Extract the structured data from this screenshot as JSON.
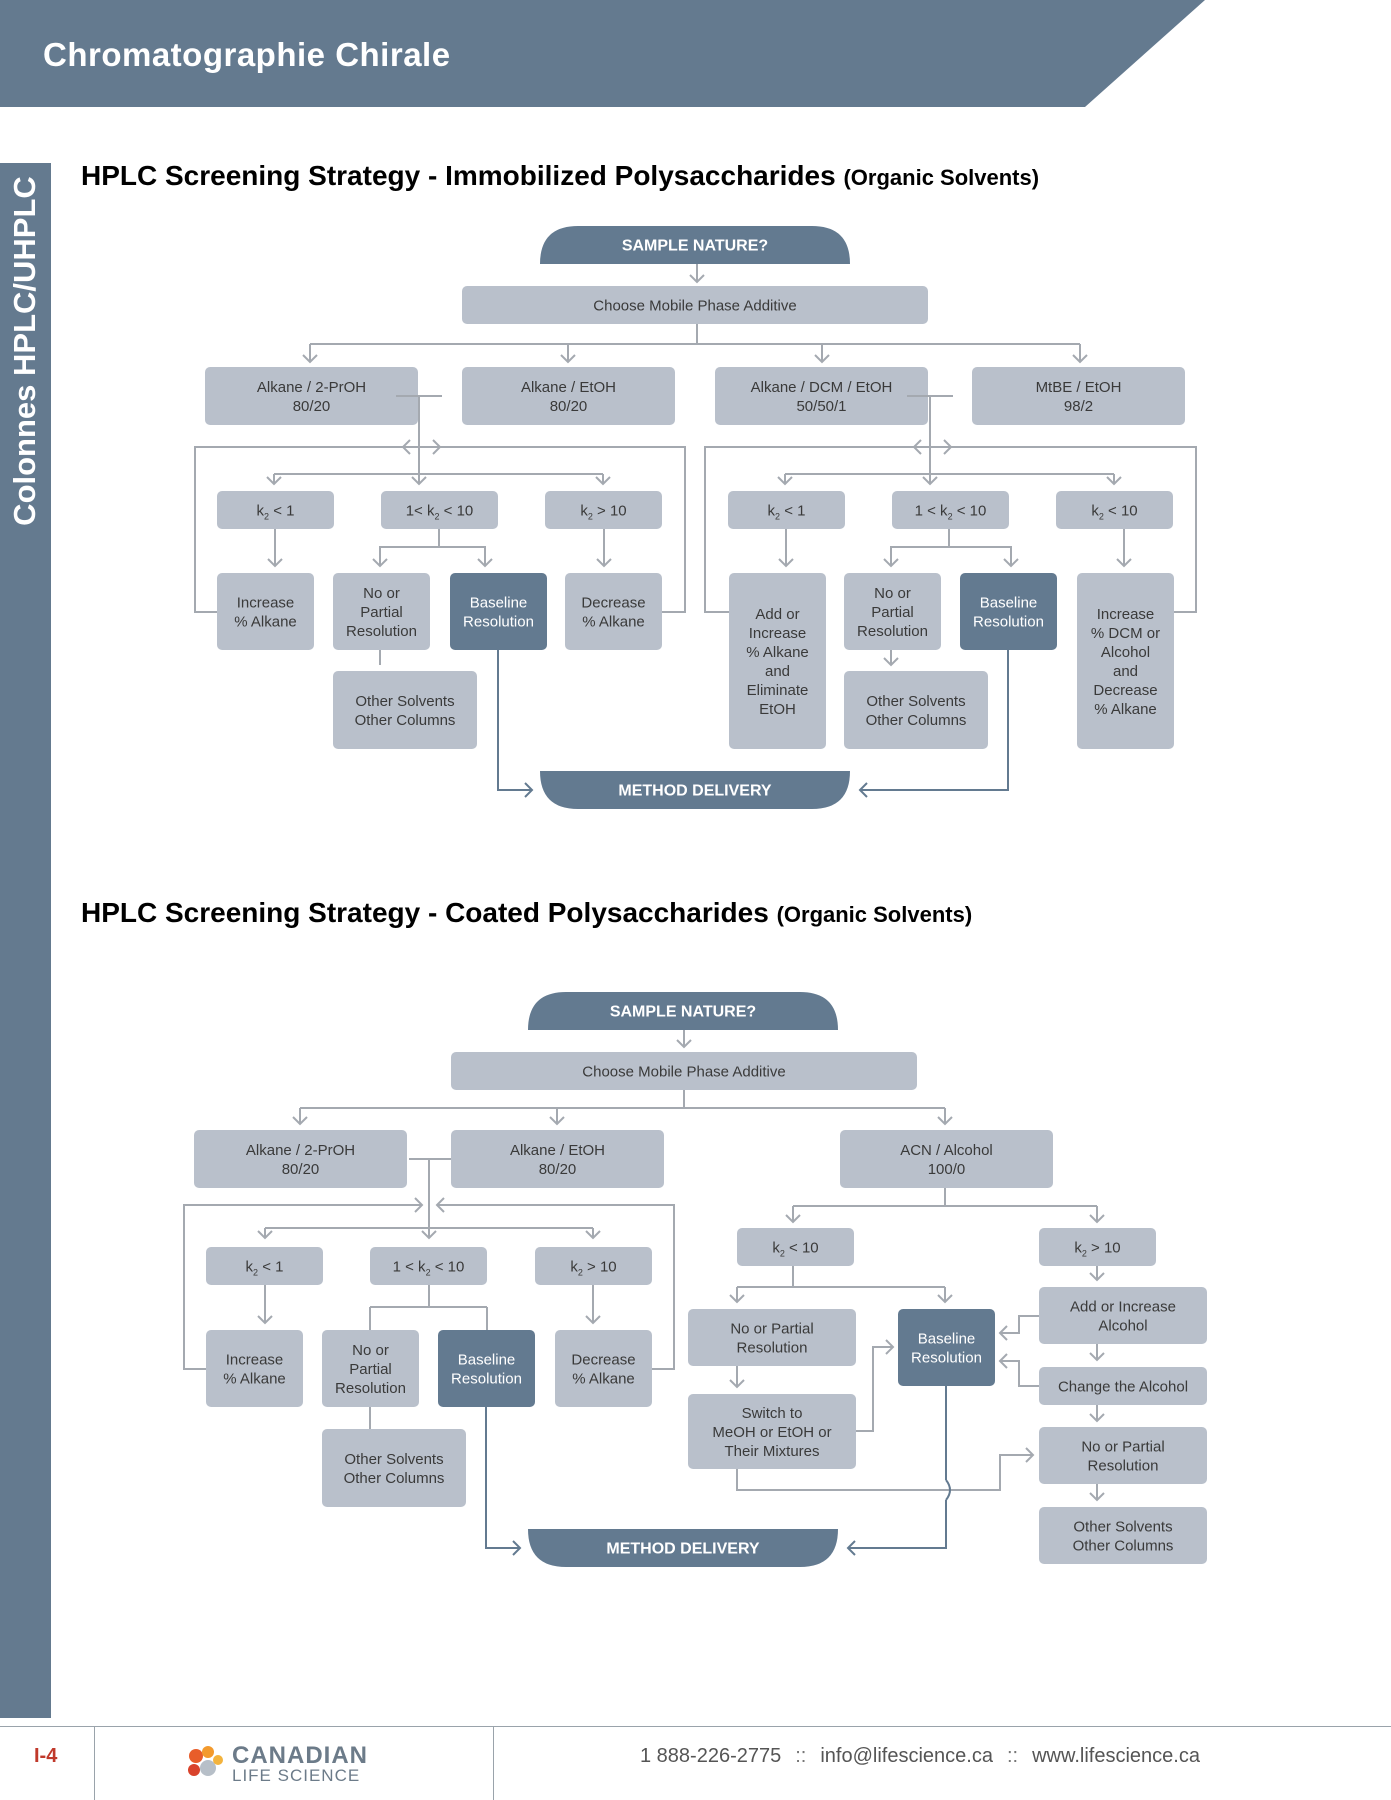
{
  "banner": {
    "title": "Chromatographie Chirale",
    "color": "#647a8f"
  },
  "sidebar": {
    "label": "Colonnes HPLC/UHPLC",
    "color": "#647a8f"
  },
  "sections": [
    {
      "title": "HPLC Screening Strategy - Immobilized Polysaccharides",
      "subtitle": "(Organic Solvents)"
    },
    {
      "title": "HPLC Screening Strategy - Coated Polysaccharides",
      "subtitle": "(Organic Solvents)"
    }
  ],
  "colors": {
    "box": "#b9c0cb",
    "dark": "#637a90",
    "line": "#a4a9b0",
    "darkline": "#637a90",
    "text": "#3a3a3a"
  },
  "diagram1": {
    "start": "SAMPLE NATURE?",
    "additive": "Choose Mobile Phase Additive",
    "solvents": [
      [
        "Alkane / 2-PrOH",
        "80/20"
      ],
      [
        "Alkane / EtOH",
        "80/20"
      ],
      [
        "Alkane / DCM / EtOH",
        "50/50/1"
      ],
      [
        "MtBE / EtOH",
        "98/2"
      ]
    ],
    "left_k": [
      "k2 < 1",
      "1< k2  < 10",
      "k2 > 10"
    ],
    "right_k": [
      "k2 < 1",
      "1 < k2  < 10",
      "k2 < 10"
    ],
    "left_results": [
      [
        "Increase",
        "% Alkane"
      ],
      [
        "No or",
        "Partial",
        "Resolution"
      ],
      [
        "Baseline",
        "Resolution"
      ],
      [
        "Decrease",
        "% Alkane"
      ]
    ],
    "right_results": [
      [
        "Add or",
        "Increase",
        "% Alkane",
        "and",
        "Eliminate",
        "EtOH"
      ],
      [
        "No or",
        "Partial",
        "Resolution"
      ],
      [
        "Baseline",
        "Resolution"
      ],
      [
        "Increase",
        "% DCM or",
        "Alcohol",
        "and",
        "Decrease",
        "% Alkane"
      ]
    ],
    "other": [
      "Other Solvents",
      "Other Columns"
    ],
    "end": "METHOD DELIVERY"
  },
  "diagram2": {
    "start": "SAMPLE NATURE?",
    "additive": "Choose Mobile Phase Additive",
    "solvents": [
      [
        "Alkane / 2-PrOH",
        "80/20"
      ],
      [
        "Alkane / EtOH",
        "80/20"
      ],
      [
        "ACN / Alcohol",
        "100/0"
      ]
    ],
    "left_k": [
      "k2 < 1",
      "1 < k2  < 10",
      "k2 > 10"
    ],
    "left_results": [
      [
        "Increase",
        "% Alkane"
      ],
      [
        "No or",
        "Partial",
        "Resolution"
      ],
      [
        "Baseline",
        "Resolution"
      ],
      [
        "Decrease",
        "% Alkane"
      ]
    ],
    "other": [
      "Other Solvents",
      "Other Columns"
    ],
    "acn_k": [
      "k2 < 10",
      "k2 > 10"
    ],
    "acn_nopartial": [
      "No or Partial",
      "Resolution"
    ],
    "acn_switch": [
      "Switch to",
      "MeOH or EtOH or",
      "Their Mixtures"
    ],
    "acn_baseline": [
      "Baseline",
      "Resolution"
    ],
    "acn_add": [
      "Add or Increase",
      "Alcohol"
    ],
    "acn_change": [
      "Change the Alcohol"
    ],
    "acn_nopartial2": [
      "No or Partial",
      "Resolution"
    ],
    "acn_other": [
      "Other Solvents",
      "Other Columns"
    ],
    "end": "METHOD DELIVERY"
  },
  "footer": {
    "page": "I-4",
    "logo_line1": "CANADIAN",
    "logo_line2": "LIFE SCIENCE",
    "phone": "1 888-226-2775",
    "sep": "::",
    "email": "info@lifescience.ca",
    "web": "www.lifescience.ca"
  }
}
